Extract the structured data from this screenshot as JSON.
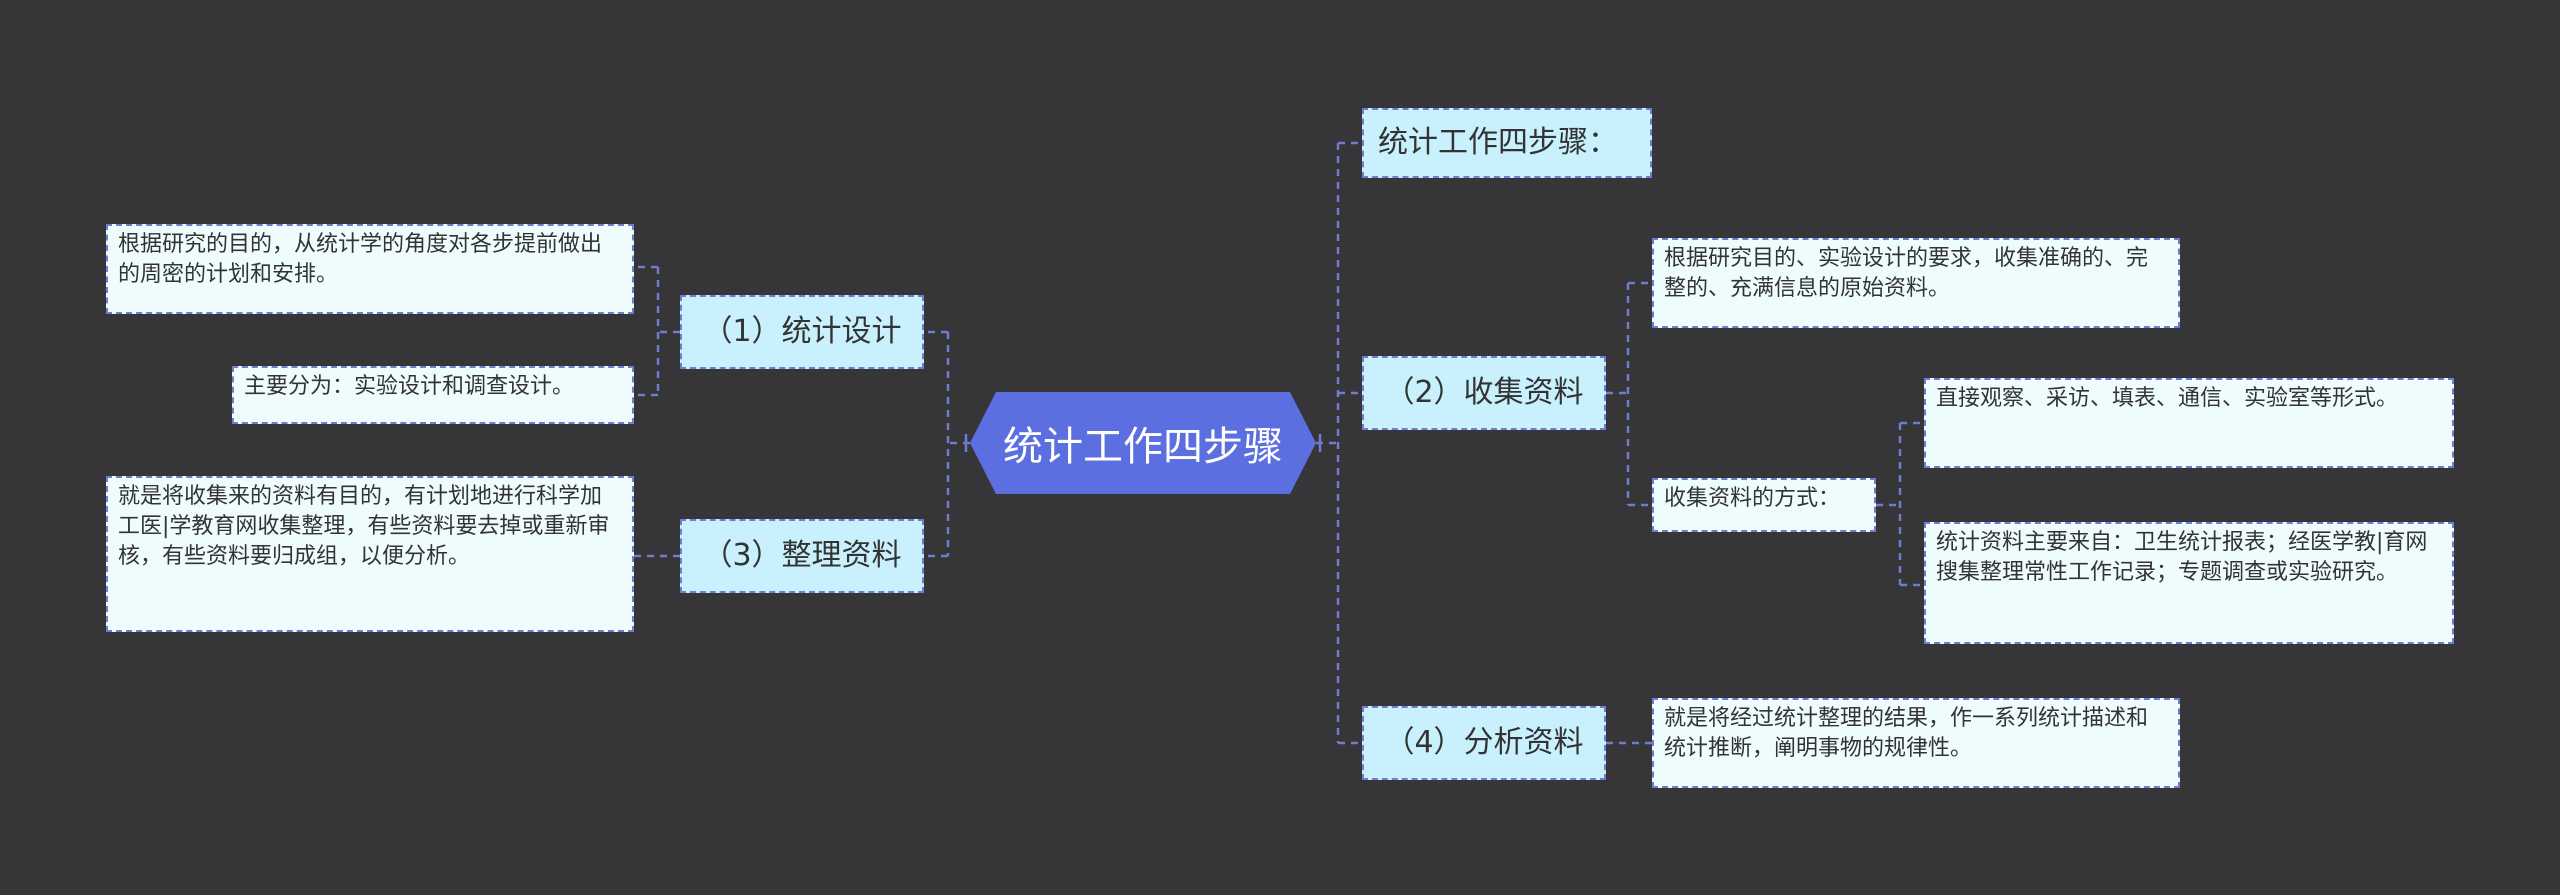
{
  "root": "统计工作四步骤",
  "right": {
    "title": "统计工作四步骤：",
    "collect": {
      "label": "（2）收集资料",
      "desc": "根据研究目的、实验设计的要求，收集准确的、完整的、充满信息的原始资料。",
      "methods": {
        "label": "收集资料的方式：",
        "items": [
          "直接观察、采访、填表、通信、实验室等形式。",
          "统计资料主要来自：卫生统计报表；经医学教|育网搜集整理常性工作记录；专题调查或实验研究。"
        ]
      }
    },
    "analyze": {
      "label": "（4）分析资料",
      "desc": "就是将经过统计整理的结果，作一系列统计描述和统计推断，阐明事物的规律性。"
    }
  },
  "left": {
    "design": {
      "label": "（1）统计设计",
      "items": [
        "根据研究的目的，从统计学的角度对各步提前做出的周密的计划和安排。",
        "主要分为：实验设计和调查设计。"
      ]
    },
    "organize": {
      "label": "（3）整理资料",
      "desc": "就是将收集来的资料有目的，有计划地进行科学加工医|学教育网收集整理，有些资料要去掉或重新审核，有些资料要归成组，以便分析。"
    }
  },
  "colors": {
    "background": "#363538",
    "root": "#5b6fe0",
    "level1_fill": "#c8f1fd",
    "leaf_fill": "#eefcfe",
    "connector": "#6f7cd0"
  }
}
